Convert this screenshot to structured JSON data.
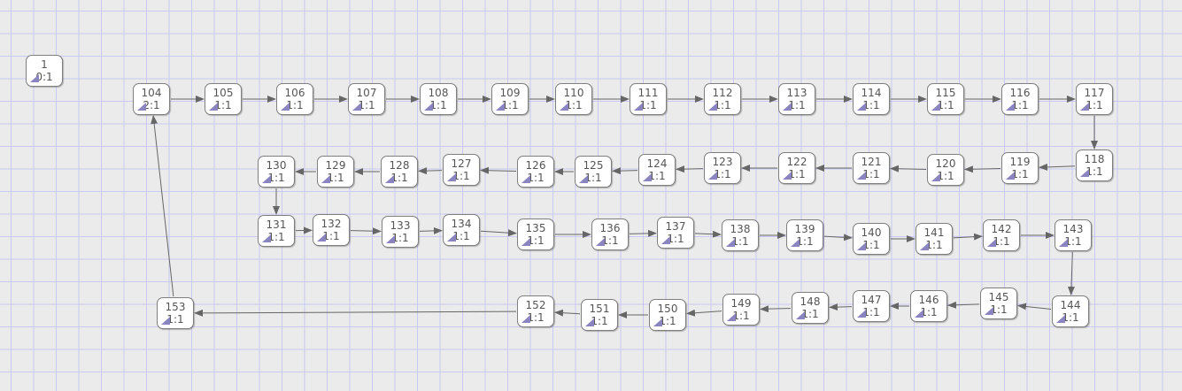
{
  "nodes": [
    {
      "id": "n1",
      "label": "1",
      "sub": "0:1"
    },
    {
      "id": "n104",
      "label": "104",
      "sub": "2:1"
    },
    {
      "id": "n105",
      "label": "105",
      "sub": "1:1"
    },
    {
      "id": "n106",
      "label": "106",
      "sub": "1:1"
    },
    {
      "id": "n107",
      "label": "107",
      "sub": "1:1"
    },
    {
      "id": "n108",
      "label": "108",
      "sub": "1:1"
    },
    {
      "id": "n109",
      "label": "109",
      "sub": "1:1"
    },
    {
      "id": "n110",
      "label": "110",
      "sub": "1:1"
    },
    {
      "id": "n111",
      "label": "111",
      "sub": "1:1"
    },
    {
      "id": "n112",
      "label": "112",
      "sub": "1:1"
    },
    {
      "id": "n113",
      "label": "113",
      "sub": "1:1"
    },
    {
      "id": "n114",
      "label": "114",
      "sub": "1:1"
    },
    {
      "id": "n115",
      "label": "115",
      "sub": "1:1"
    },
    {
      "id": "n116",
      "label": "116",
      "sub": "1:1"
    },
    {
      "id": "n117",
      "label": "117",
      "sub": "1:1"
    },
    {
      "id": "n118",
      "label": "118",
      "sub": "1:1"
    },
    {
      "id": "n119",
      "label": "119",
      "sub": "1:1"
    },
    {
      "id": "n120",
      "label": "120",
      "sub": "1:1"
    },
    {
      "id": "n121",
      "label": "121",
      "sub": "1:1"
    },
    {
      "id": "n122",
      "label": "122",
      "sub": "1:1"
    },
    {
      "id": "n123",
      "label": "123",
      "sub": "1:1"
    },
    {
      "id": "n124",
      "label": "124",
      "sub": "1:1"
    },
    {
      "id": "n125",
      "label": "125",
      "sub": "1:1"
    },
    {
      "id": "n126",
      "label": "126",
      "sub": "1:1"
    },
    {
      "id": "n127",
      "label": "127",
      "sub": "1:1"
    },
    {
      "id": "n128",
      "label": "128",
      "sub": "1:1"
    },
    {
      "id": "n129",
      "label": "129",
      "sub": "1:1"
    },
    {
      "id": "n130",
      "label": "130",
      "sub": "1:1"
    },
    {
      "id": "n131",
      "label": "131",
      "sub": "1:1"
    },
    {
      "id": "n132",
      "label": "132",
      "sub": "1:1"
    },
    {
      "id": "n133",
      "label": "133",
      "sub": "1:1"
    },
    {
      "id": "n134",
      "label": "134",
      "sub": "1:1"
    },
    {
      "id": "n135",
      "label": "135",
      "sub": "1:1"
    },
    {
      "id": "n136",
      "label": "136",
      "sub": "1:1"
    },
    {
      "id": "n137",
      "label": "137",
      "sub": "1:1"
    },
    {
      "id": "n138",
      "label": "138",
      "sub": "1:1"
    },
    {
      "id": "n139",
      "label": "139",
      "sub": "1:1"
    },
    {
      "id": "n140",
      "label": "140",
      "sub": "1:1"
    },
    {
      "id": "n141",
      "label": "141",
      "sub": "1:1"
    },
    {
      "id": "n142",
      "label": "142",
      "sub": "1:1"
    },
    {
      "id": "n143",
      "label": "143",
      "sub": "1:1"
    },
    {
      "id": "n144",
      "label": "144",
      "sub": "1:1"
    },
    {
      "id": "n145",
      "label": "145",
      "sub": "1:1"
    },
    {
      "id": "n146",
      "label": "146",
      "sub": "1:1"
    },
    {
      "id": "n147",
      "label": "147",
      "sub": "1:1"
    },
    {
      "id": "n148",
      "label": "148",
      "sub": "1:1"
    },
    {
      "id": "n149",
      "label": "149",
      "sub": "1:1"
    },
    {
      "id": "n150",
      "label": "150",
      "sub": "1:1"
    },
    {
      "id": "n151",
      "label": "151",
      "sub": "1:1"
    },
    {
      "id": "n152",
      "label": "152",
      "sub": "1:1"
    },
    {
      "id": "n153",
      "label": "153",
      "sub": "1:1"
    }
  ],
  "edges": [
    [
      "n104",
      "n105"
    ],
    [
      "n105",
      "n106"
    ],
    [
      "n106",
      "n107"
    ],
    [
      "n107",
      "n108"
    ],
    [
      "n108",
      "n109"
    ],
    [
      "n109",
      "n110"
    ],
    [
      "n110",
      "n111"
    ],
    [
      "n111",
      "n112"
    ],
    [
      "n112",
      "n113"
    ],
    [
      "n113",
      "n114"
    ],
    [
      "n114",
      "n115"
    ],
    [
      "n115",
      "n116"
    ],
    [
      "n116",
      "n117"
    ],
    [
      "n117",
      "n118"
    ],
    [
      "n118",
      "n119"
    ],
    [
      "n119",
      "n120"
    ],
    [
      "n120",
      "n121"
    ],
    [
      "n121",
      "n122"
    ],
    [
      "n122",
      "n123"
    ],
    [
      "n123",
      "n124"
    ],
    [
      "n124",
      "n125"
    ],
    [
      "n125",
      "n126"
    ],
    [
      "n126",
      "n127"
    ],
    [
      "n127",
      "n128"
    ],
    [
      "n128",
      "n129"
    ],
    [
      "n129",
      "n130"
    ],
    [
      "n130",
      "n131"
    ],
    [
      "n131",
      "n132"
    ],
    [
      "n132",
      "n133"
    ],
    [
      "n133",
      "n134"
    ],
    [
      "n134",
      "n135"
    ],
    [
      "n135",
      "n136"
    ],
    [
      "n136",
      "n137"
    ],
    [
      "n137",
      "n138"
    ],
    [
      "n138",
      "n139"
    ],
    [
      "n139",
      "n140"
    ],
    [
      "n140",
      "n141"
    ],
    [
      "n141",
      "n142"
    ],
    [
      "n142",
      "n143"
    ],
    [
      "n143",
      "n144"
    ],
    [
      "n144",
      "n145"
    ],
    [
      "n145",
      "n146"
    ],
    [
      "n146",
      "n147"
    ],
    [
      "n147",
      "n148"
    ],
    [
      "n148",
      "n149"
    ],
    [
      "n149",
      "n150"
    ],
    [
      "n150",
      "n151"
    ],
    [
      "n151",
      "n152"
    ],
    [
      "n152",
      "n153"
    ],
    [
      "n153",
      "n104"
    ]
  ],
  "colors": {
    "background": "#ebebeb",
    "grid": "#c9c9f3",
    "node_fill": "#ffffff",
    "node_border": "#7f7f7f",
    "edge": "#666666",
    "marker": "#8a84c0"
  }
}
